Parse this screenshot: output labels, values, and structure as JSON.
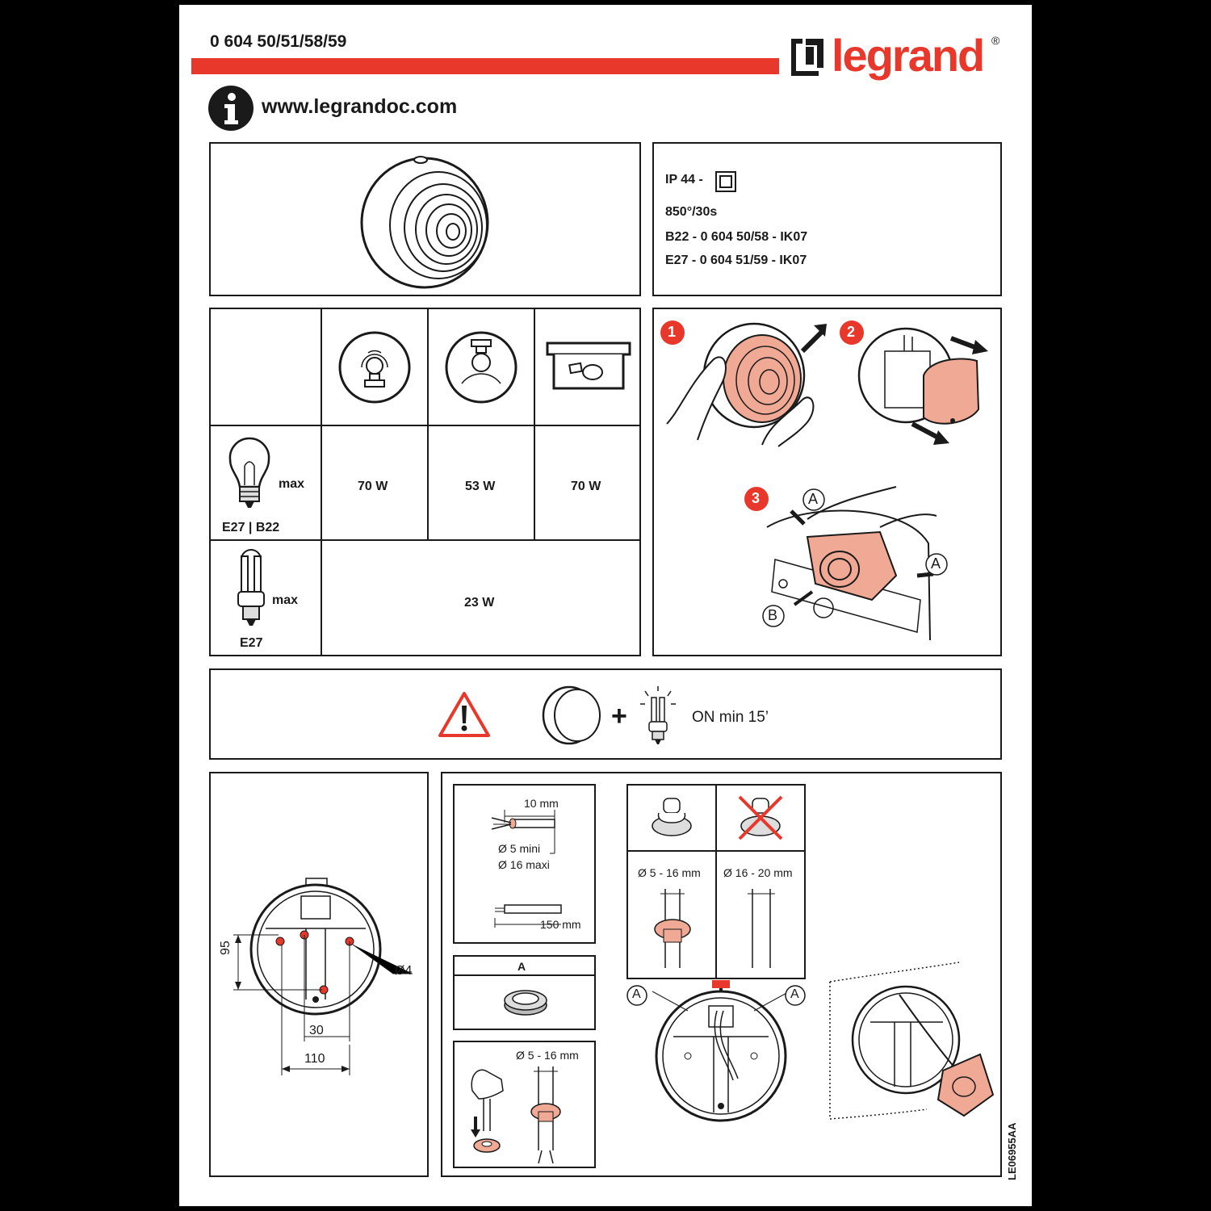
{
  "header": {
    "product_codes": "0 604 50/51/58/59",
    "brand": "legrand",
    "registered_mark": "®",
    "website": "www.legrandoc.com",
    "accent_color": "#e8382c"
  },
  "specs": {
    "ip_rating": "IP 44 -",
    "glow_wire": "850°/30s",
    "b22_line": "B22 - 0 604 50/58 - IK07",
    "e27_line": "E27 - 0 604 51/59 - IK07"
  },
  "power_table": {
    "incandescent": {
      "label": "max",
      "socket": "E27 | B22",
      "values": [
        "70 W",
        "53 W",
        "70 W"
      ]
    },
    "cfl": {
      "label": "max",
      "socket": "E27",
      "value": "23 W"
    }
  },
  "steps": {
    "step1": "1",
    "step2": "2",
    "step3": "3",
    "callout_a": "A",
    "callout_b": "B"
  },
  "warning": {
    "plus": "+",
    "text": "ON min 15’"
  },
  "mounting": {
    "dim_95": "95",
    "dim_30": "30",
    "dim_110": "110",
    "hole": "Ø4"
  },
  "cable": {
    "strip": "10 mm",
    "dia_min": "Ø 5 mini",
    "dia_max": "Ø 16 maxi",
    "length": "150 mm",
    "part_a": "A",
    "gland_range": "Ø 5 - 16 mm",
    "ok_range": "Ø 5 - 16 mm",
    "nok_range": "Ø 16 - 20 mm",
    "callout_left": "A",
    "callout_right": "A"
  },
  "doc_ref": "LE06955AA"
}
